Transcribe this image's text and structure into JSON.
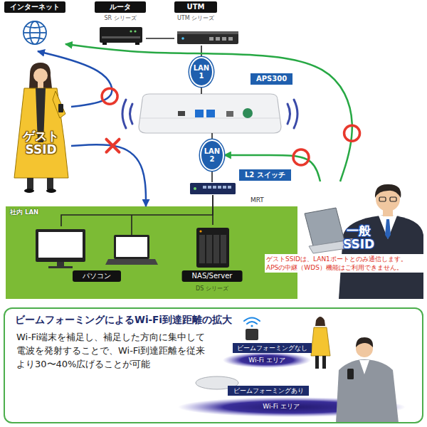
{
  "diagram": {
    "nodes": [
      {
        "text": [
          "インターネット"
        ]
      },
      {
        "text": [
          "ルータ",
          "SR シリーズ"
        ]
      },
      {
        "text": [
          "UTM",
          "UTM シリーズ"
        ]
      },
      {
        "text": [
          "LAN 1"
        ]
      },
      {
        "text": [
          "APS300"
        ]
      },
      {
        "text": [
          "ゲスト SSID"
        ]
      },
      {
        "text": [
          "LAN 2"
        ]
      },
      {
        "text": [
          "L2 スイッチ",
          "MRT"
        ]
      },
      {
        "text": [
          "一般 SSID"
        ]
      },
      {
        "text": [
          "社内 LAN"
        ]
      },
      {
        "text": [
          "パソコン"
        ],
        "in": 9
      },
      {
        "text": [
          "NAS/Server",
          "DS シリーズ"
        ],
        "in": 9
      },
      {
        "text": [
          "ビームフォーミングによるWi-Fi到達距離の拡大",
          "Wi-Fi端末を補足し、補足した方向に集中して 電波を発射することで、Wi-Fi到達距離を従来 より30〜40%広げることが可能"
        ]
      },
      {
        "text": [
          "ビームフォーミングなし"
        ],
        "in": 12
      },
      {
        "text": [
          "ビームフォーミングあり"
        ],
        "in": 12
      }
    ],
    "edges": [
      {
        "from": 1,
        "to": 2,
        "arrow": "none"
      },
      {
        "from": 2,
        "to": 3,
        "arrow": "none"
      },
      {
        "from": 3,
        "to": 4,
        "arrow": "none"
      },
      {
        "from": 4,
        "to": 6,
        "arrow": "none"
      },
      {
        "from": 6,
        "to": 7,
        "arrow": "none"
      },
      {
        "from": 7,
        "to": 10,
        "arrow": "none"
      },
      {
        "from": 7,
        "to": 11,
        "arrow": "none"
      },
      {
        "from": 5,
        "to": 0,
        "arrow": "to"
      },
      {
        "from": 5,
        "to": 9,
        "arrow": "to"
      },
      {
        "from": 8,
        "to": 0,
        "arrow": "to"
      },
      {
        "from": 8,
        "to": 6,
        "arrow": "to"
      }
    ],
    "labels": [
      "ゲストSSIDは、LAN1ポートとのみ通信します。 APSの中継（WDS）機能はご利用できません。",
      "Wi-Fi エリア",
      "Wi-Fi エリア"
    ]
  }
}
